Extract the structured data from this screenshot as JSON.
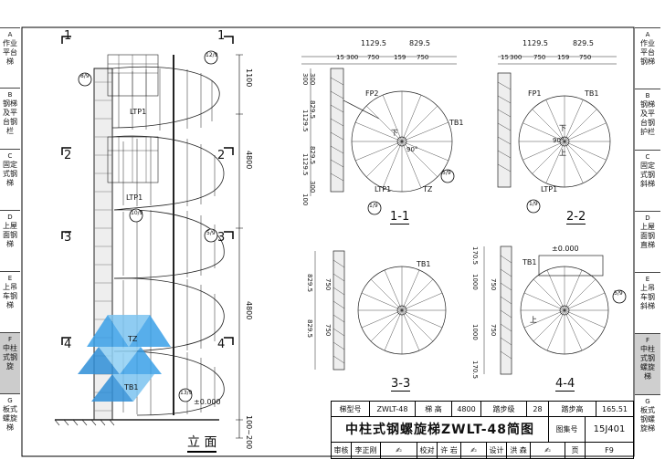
{
  "left_tabs": [
    {
      "key": "A",
      "text": "作业平台",
      "trail": "梯"
    },
    {
      "key": "B",
      "text": "钢梯及平台钢",
      "trail": "栏"
    },
    {
      "key": "C",
      "text": "固定式钢",
      "trail": "梯"
    },
    {
      "key": "D",
      "text": "上屋面钢",
      "trail": "梯"
    },
    {
      "key": "E",
      "text": "上吊车钢",
      "trail": "梯"
    },
    {
      "key": "F",
      "text": "中柱式钢",
      "trail": "旋"
    },
    {
      "key": "G",
      "text": "板式",
      "trail": "螺旋梯"
    }
  ],
  "right_tabs": [
    {
      "key": "A",
      "text": "作业平台钢梯"
    },
    {
      "key": "B",
      "text": "钢梯及平台钢护栏"
    },
    {
      "key": "C",
      "text": "固定式钢斜梯"
    },
    {
      "key": "D",
      "text": "上屋面钢直梯"
    },
    {
      "key": "E",
      "text": "上吊车钢斜梯"
    },
    {
      "key": "F",
      "text": "中柱式钢螺旋梯"
    },
    {
      "key": "G",
      "text": "板式钢螺旋梯"
    }
  ],
  "elevation": {
    "title": "立 面",
    "levels": [
      "1",
      "2",
      "3",
      "4"
    ],
    "dims": [
      "1100",
      "4800",
      "4800",
      "100~200"
    ],
    "refs": [
      "8/9",
      "12/9",
      "10/9",
      "5/9",
      "13/9"
    ],
    "labels": [
      "LTP1",
      "LTP1",
      "TZ",
      "TB1"
    ],
    "zero": "±0.000"
  },
  "plans": {
    "p11": {
      "title": "1-1",
      "top": [
        "1129.5",
        "829.5"
      ],
      "mid": [
        "15",
        "300",
        "750",
        "159",
        "750"
      ],
      "side": [
        "300",
        "300",
        "829.5",
        "1129.5",
        "829.5",
        "1129.5",
        "300",
        "100"
      ],
      "labels": [
        "FP2",
        "TB1",
        "LTP1",
        "TZ",
        "下",
        "90°"
      ],
      "refs": [
        "5/9",
        "1/9"
      ]
    },
    "p22": {
      "title": "2-2",
      "top": [
        "1129.5",
        "829.5"
      ],
      "mid": [
        "15",
        "300",
        "750",
        "159",
        "750"
      ],
      "labels": [
        "FP1",
        "TB1",
        "LTP1",
        "下",
        "上",
        "90°"
      ],
      "refs": [
        "1/9"
      ]
    },
    "p33": {
      "title": "3-3",
      "side": [
        "829.5",
        "750",
        "829.5",
        "750"
      ],
      "labels": [
        "TB1"
      ]
    },
    "p44": {
      "title": "4-4",
      "side": [
        "170.5",
        "1000",
        "750",
        "750",
        "1000",
        "170.5"
      ],
      "labels": [
        "TB1",
        "±0.000",
        "上"
      ],
      "refs": [
        "5/9"
      ]
    }
  },
  "title_block": {
    "model_label": "梯型号",
    "model": "ZWLT-48",
    "height_label": "梯 高",
    "height": "4800",
    "steps_label": "踏步级",
    "steps": "28",
    "rise_label": "踏步高",
    "rise": "165.51",
    "title": "中柱式钢螺旋梯ZWLT-48简图",
    "atlas_label": "图集号",
    "atlas": "15J401",
    "review_label": "审核",
    "reviewer": "李正刚",
    "check_label": "校对",
    "checker": "许 岩",
    "design_label": "设计",
    "designer": "洪 森",
    "page_label": "页",
    "page": "F9"
  }
}
